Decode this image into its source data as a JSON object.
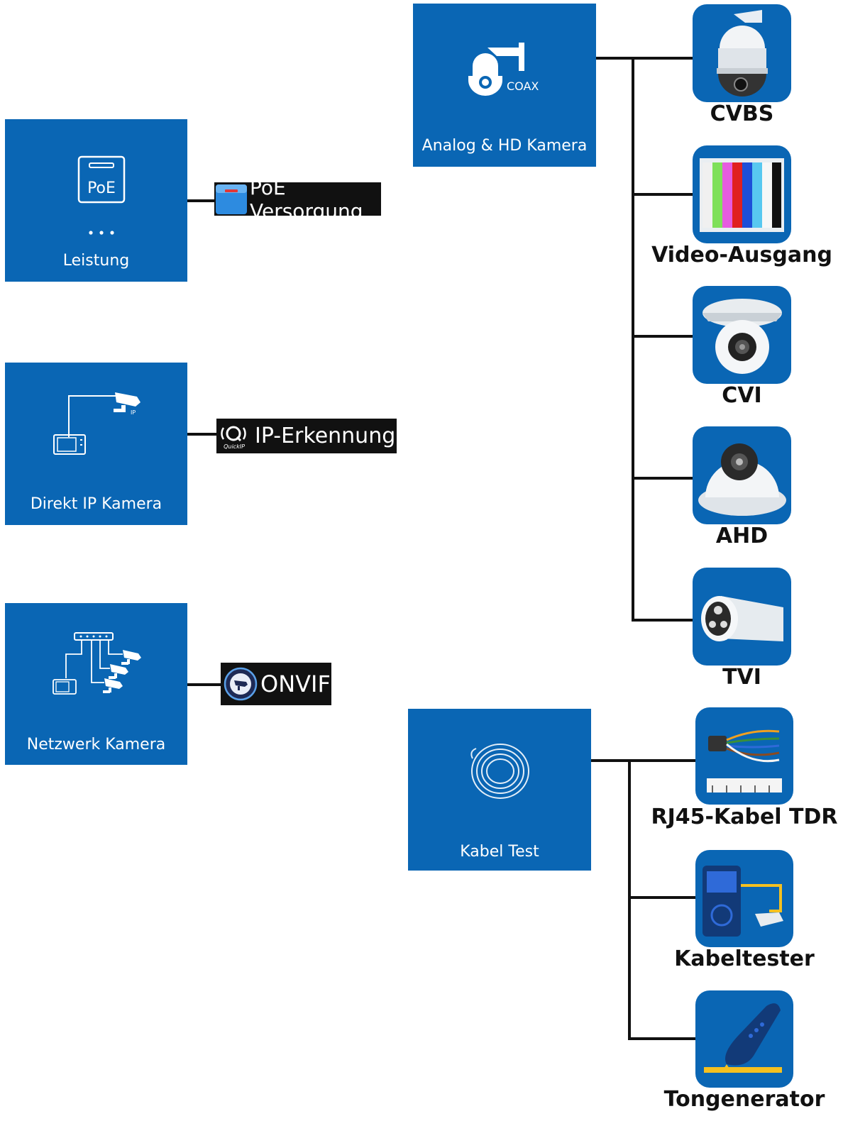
{
  "tiles": {
    "leistung": {
      "label": "Leistung",
      "icon": "poe-icon",
      "icon_text": "PoE"
    },
    "direkt_ip": {
      "label": "Direkt IP Kamera",
      "icon": "ip-camera-icon",
      "icon_text": "IP"
    },
    "netzwerk": {
      "label": "Netzwerk Kamera",
      "icon": "network-camera-icon"
    },
    "analog": {
      "label": "Analog & HD Kamera",
      "icon": "coax-camera-icon",
      "icon_text": "COAX"
    },
    "kabel": {
      "label": "Kabel Test",
      "icon": "cable-coil-icon"
    }
  },
  "badges": {
    "poe": {
      "text": "PoE Versorgung",
      "icon": "poe-supply-icon"
    },
    "ip": {
      "text": "IP-Erkennung",
      "icon": "quickip-icon",
      "icon_text": "QuickIP"
    },
    "onvif": {
      "text": "ONVIF",
      "icon": "onvif-icon"
    }
  },
  "analog_items": [
    {
      "label": "CVBS",
      "icon": "ptz-dome-camera-icon"
    },
    {
      "label": "Video-Ausgang",
      "icon": "color-bars-icon"
    },
    {
      "label": "CVI",
      "icon": "turret-camera-icon"
    },
    {
      "label": "AHD",
      "icon": "dome-camera-icon"
    },
    {
      "label": "TVI",
      "icon": "bullet-camera-icon"
    }
  ],
  "cable_items": [
    {
      "label": "RJ45-Kabel TDR",
      "icon": "cable-ruler-icon"
    },
    {
      "label": "Kabeltester",
      "icon": "cable-tester-icon"
    },
    {
      "label": "Tongenerator",
      "icon": "tone-probe-icon"
    }
  ],
  "colors": {
    "tile_blue": "#0a66b4",
    "line": "#111111",
    "badge_bg": "#111111"
  }
}
